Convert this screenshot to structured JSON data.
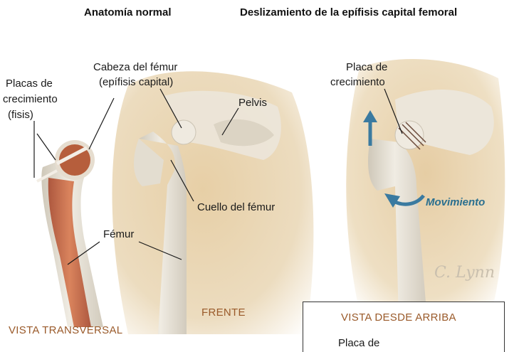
{
  "titles": {
    "normal": "Anatomía normal",
    "slipped": "Deslizamiento de la epífisis capital femoral"
  },
  "labels": {
    "growth_plates_1": "Placas de",
    "growth_plates_2": "crecimiento",
    "growth_plates_3": "(fisis)",
    "femoral_head_1": "Cabeza del fémur",
    "femoral_head_2": "(epífisis capital)",
    "pelvis": "Pelvis",
    "femoral_neck": "Cuello del fémur",
    "femur": "Fémur",
    "growth_plate_right_1": "Placa de",
    "growth_plate_right_2": "crecimiento",
    "movement": "Movimiento"
  },
  "captions": {
    "transverse": "VISTA TRANSVERSAL",
    "front": "FRENTE",
    "top_view": "VISTA DESDE ARRIBA",
    "top_view_label": "Placa de"
  },
  "signature": "C. Lynn",
  "colors": {
    "skin": "#e6cfa8",
    "bone": "#e8e3d8",
    "marrow": "#c0573a",
    "arrow": "#3a7aa0",
    "caption": "#9a5a2a"
  }
}
